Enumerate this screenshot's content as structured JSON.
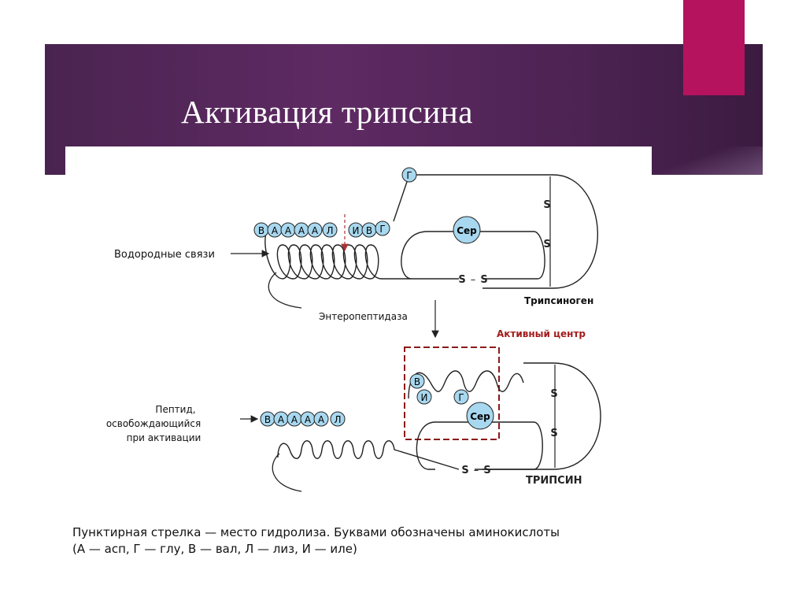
{
  "slide": {
    "title": "Активация трипсина"
  },
  "diagram": {
    "top": {
      "label_hbonds": "Водородные связи",
      "label_enzyme": "Энтеропептидаза",
      "label_zymogen": "Трипсиноген",
      "residues": [
        "В",
        "А",
        "А",
        "А",
        "А",
        "Л",
        "И",
        "В",
        "Г"
      ],
      "residue_g_top": "Г",
      "ser": "Сер",
      "s1": "S",
      "s2": "S",
      "s3": "S",
      "dash": "–",
      "s4": "S"
    },
    "bottom": {
      "label_active_center": "Активный центр",
      "label_peptide_1": "Пептид,",
      "label_peptide_2": "освобождающийся",
      "label_peptide_3": "при активации",
      "label_trypsin": "ТРИПСИН",
      "released": [
        "В",
        "А",
        "А",
        "А",
        "А",
        "Л"
      ],
      "site_v": "В",
      "site_i": "И",
      "site_g": "Г",
      "ser": "Сер",
      "s1": "S",
      "s2": "S",
      "s3": "S",
      "dash": "–",
      "s4": "S"
    }
  },
  "caption": {
    "line1": "Пунктирная стрелка  — место гидролиза. Буквами обозначены аминокислоты",
    "line2": "(А — асп, Г — глу, В — вал, Л — лиз, И — иле)"
  },
  "colors": {
    "header": "#552758",
    "accent": "#b5135e",
    "residue_fill": "#a8d8ef",
    "active_box": "#8b1a1a"
  }
}
